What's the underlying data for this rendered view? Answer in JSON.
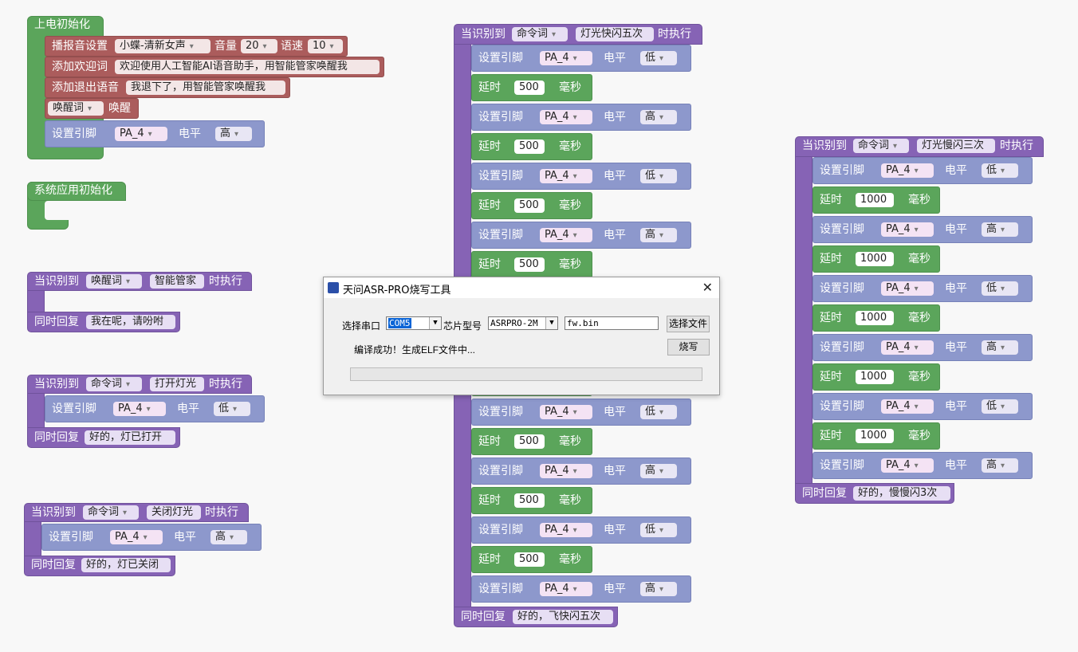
{
  "init": {
    "title": "上电初始化",
    "tts_label": "播报音设置",
    "tts_voice": "小蝶-清新女声",
    "volume_label": "音量",
    "volume": "20",
    "speed_label": "语速",
    "speed": "10",
    "welcome_label": "添加欢迎词",
    "welcome_text": "欢迎使用人工智能AI语音助手，用智能管家唤醒我",
    "exit_label": "添加退出语音",
    "exit_text": "我退下了，用智能管家唤醒我",
    "wake_dd": "唤醒词",
    "wake_label": "唤醒"
  },
  "sys_init": {
    "title": "系统应用初始化"
  },
  "common": {
    "set_pin": "设置引脚",
    "pin": "PA_4",
    "level": "电平",
    "low": "低",
    "high": "高",
    "delay": "延时",
    "ms": "毫秒",
    "when": "当识别到",
    "exec": "时执行",
    "reply": "同时回复",
    "cmd": "命令词",
    "wake": "唤醒词"
  },
  "wake_block": {
    "word": "智能管家",
    "reply": "我在呢，请吩咐"
  },
  "light_on": {
    "word": "打开灯光",
    "reply": "好的，灯已打开"
  },
  "light_off": {
    "word": "关闭灯光",
    "reply": "好的，灯已关闭"
  },
  "fast_blink": {
    "word": "灯光快闪五次",
    "reply": "好的，飞快闪五次",
    "delay": "500"
  },
  "slow_blink": {
    "word": "灯光慢闪三次",
    "reply": "好的，慢慢闪3次",
    "delay": "1000"
  },
  "dialog": {
    "title": "天问ASR-PRO烧写工具",
    "port_label": "选择串口",
    "port_value": "COM5",
    "chip_label": "芯片型号",
    "chip_value": "ASRPRO-2M",
    "file_value": "fw.bin",
    "choose_file": "选择文件",
    "burn": "烧写",
    "status": "编译成功！生成ELF文件中..."
  }
}
